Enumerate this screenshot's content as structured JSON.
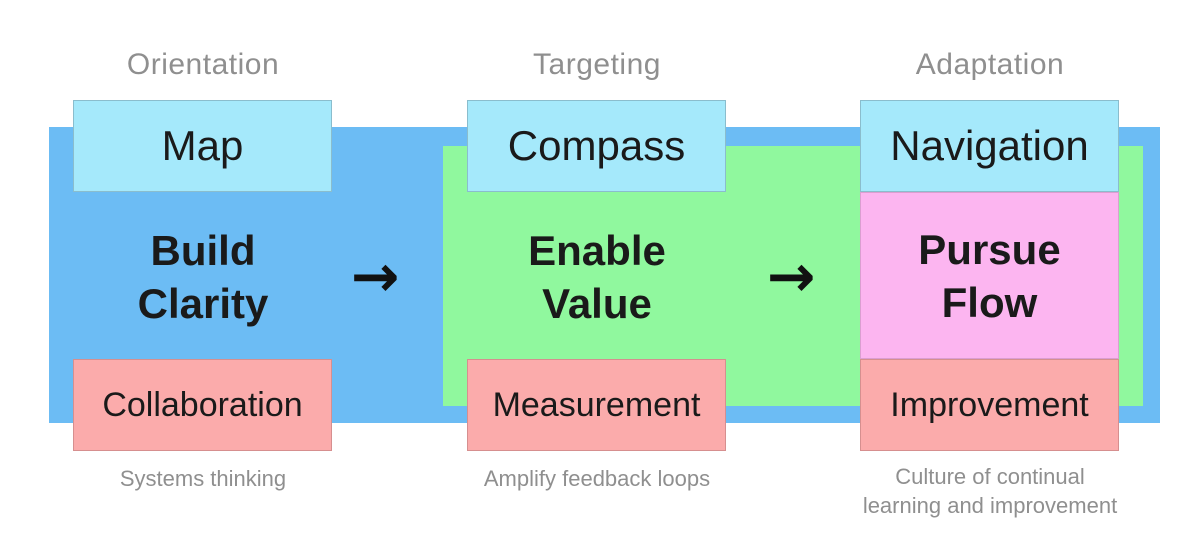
{
  "colors": {
    "page_bg": "#ffffff",
    "blue_band": "#6CBCF4",
    "green_band": "#90F89E",
    "top_box": "#A5E9FB",
    "bottom_box": "#FBABAB",
    "pink_box": "#FCB5F0",
    "heading_text": "#8f8f8f",
    "caption_text": "#8f8f8f",
    "box_text": "#1a1a1a"
  },
  "columns": [
    {
      "header": "Orientation",
      "top_box": "Map",
      "focus_line1": "Build",
      "focus_line2": "Clarity",
      "bottom_box": "Collaboration",
      "caption": "Systems thinking"
    },
    {
      "header": "Targeting",
      "top_box": "Compass",
      "focus_line1": "Enable",
      "focus_line2": "Value",
      "bottom_box": "Measurement",
      "caption": "Amplify feedback loops"
    },
    {
      "header": "Adaptation",
      "top_box": "Navigation",
      "focus_line1": "Pursue",
      "focus_line2": "Flow",
      "bottom_box": "Improvement",
      "caption": "Culture of continual learning and improvement"
    }
  ],
  "arrows": [
    "→",
    "→"
  ]
}
